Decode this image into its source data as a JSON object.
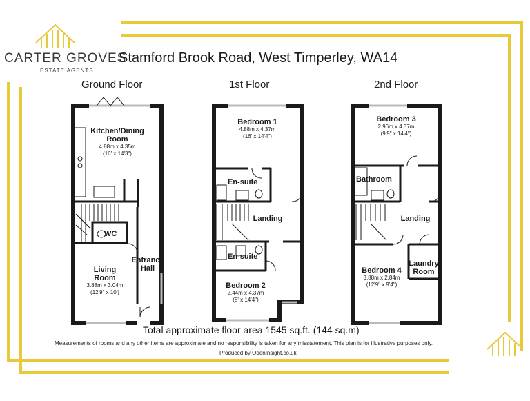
{
  "brand": {
    "name": "CARTER GROVES",
    "subtitle": "ESTATE AGENTS",
    "accent_color": "#e8c93a",
    "logo_icon": "house-outline-icon"
  },
  "address": "Stamford Brook Road, West Timperley, WA14",
  "floors": [
    {
      "title": "Ground Floor",
      "rooms": [
        {
          "name": "Kitchen/Dining Room",
          "lines": [
            "Kitchen/Dining",
            "Room"
          ],
          "size_m": "4.88m x 4.35m",
          "size_ft": "(16' x 14'3\")"
        },
        {
          "name": "WC",
          "lines": [
            "WC"
          ]
        },
        {
          "name": "Entrance Hall",
          "lines": [
            "Entrance",
            "Hall"
          ]
        },
        {
          "name": "Living Room",
          "lines": [
            "Living",
            "Room"
          ],
          "size_m": "3.88m x 3.04m",
          "size_ft": "(12'9\" x 10')"
        }
      ]
    },
    {
      "title": "1st Floor",
      "rooms": [
        {
          "name": "Bedroom 1",
          "lines": [
            "Bedroom 1"
          ],
          "size_m": "4.88m x 4.37m",
          "size_ft": "(16' x 14'4\")"
        },
        {
          "name": "En-suite",
          "lines": [
            "En-suite"
          ]
        },
        {
          "name": "Landing",
          "lines": [
            "Landing"
          ]
        },
        {
          "name": "En-suite",
          "lines": [
            "En-suite"
          ]
        },
        {
          "name": "Bedroom 2",
          "lines": [
            "Bedroom 2"
          ],
          "size_m": "2.44m x 4.37m",
          "size_ft": "(8' x 14'4\")"
        }
      ]
    },
    {
      "title": "2nd Floor",
      "rooms": [
        {
          "name": "Bedroom 3",
          "lines": [
            "Bedroom 3"
          ],
          "size_m": "2.96m x 4.37m",
          "size_ft": "(9'9\" x 14'4\")"
        },
        {
          "name": "Bathroom",
          "lines": [
            "Bathroom"
          ]
        },
        {
          "name": "Landing",
          "lines": [
            "Landing"
          ]
        },
        {
          "name": "Laundry Room",
          "lines": [
            "Laundry",
            "Room"
          ]
        },
        {
          "name": "Bedroom 4",
          "lines": [
            "Bedroom 4"
          ],
          "size_m": "3.88m x 2.84m",
          "size_ft": "(12'9\" x 9'4\")"
        }
      ]
    }
  ],
  "total_area": "Total approximate floor area 1545 sq.ft. (144 sq.m)",
  "disclaimer": "Measurements of rooms and any other items are approximate and no responsibility is taken for any misstatement. This plan is for illustrative purposes only.",
  "produced_by": "Produced by OpenInsight.co.uk",
  "colors": {
    "wall": "#1a1a1a",
    "frame": "#e8c93a",
    "window": "#cfcfcf"
  }
}
